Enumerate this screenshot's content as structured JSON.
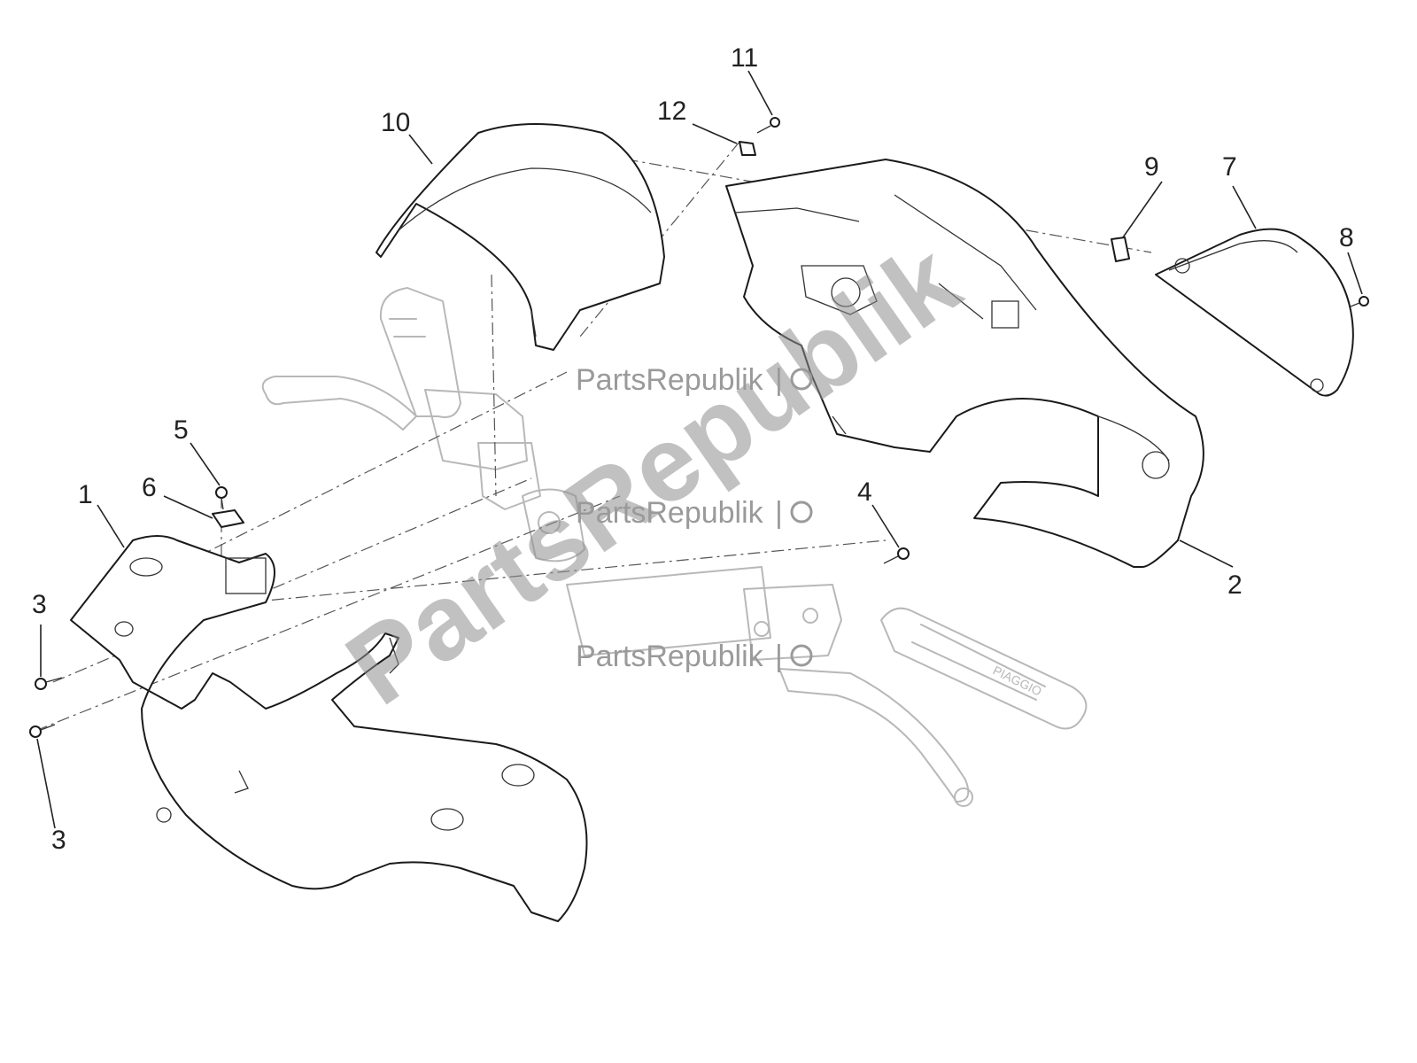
{
  "callouts": {
    "c1": "1",
    "c2": "2",
    "c3a": "3",
    "c3b": "3",
    "c4": "4",
    "c5": "5",
    "c6": "6",
    "c7": "7",
    "c8": "8",
    "c9": "9",
    "c10": "10",
    "c11": "11",
    "c12": "12"
  },
  "watermark": {
    "brand": "PartsRepublik",
    "big": "PartsRepublik",
    "separator": "|"
  },
  "grip_brand": "PIAGGIO",
  "colors": {
    "line": "#1a1a1a",
    "background_parts": "#b8b8b8",
    "watermark": "#9a9a9a"
  }
}
